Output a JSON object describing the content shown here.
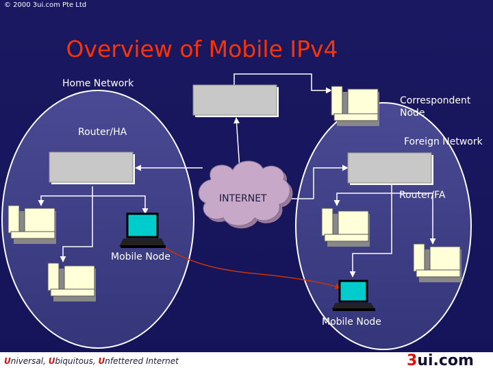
{
  "copyright": "© 2000 3ui.com Pte Ltd",
  "title": "Overview of Mobile IPv4",
  "labels": {
    "home_network": "Home Network",
    "correspondent_line1": "Correspondent",
    "correspondent_line2": "Node",
    "router_ha": "Router/HA",
    "foreign_network": "Foreign Network",
    "internet": "INTERNET",
    "router_fa": "Router/FA",
    "mobile_node_home": "Mobile Node",
    "mobile_node_foreign": "Mobile Node"
  },
  "footer": {
    "u1": "U",
    "w1": "niversal, ",
    "u2": "U",
    "w2": "biquitous, ",
    "u3": "U",
    "w3": "nfettered Internet",
    "logo_digit": "3",
    "logo_rest": "ui.com"
  },
  "colors": {
    "background": "#17165c",
    "title": "#ff3300",
    "network_oval": "#3f3f8c",
    "cloud": "#c8a8c8",
    "laptop_screen": "#00cccc",
    "movement_arrow": "#cc3300"
  }
}
